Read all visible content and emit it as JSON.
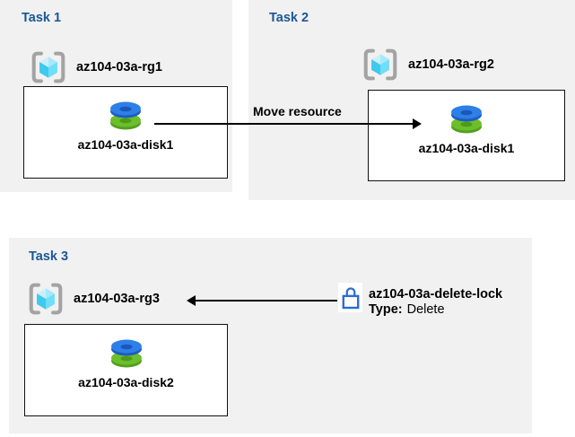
{
  "colors": {
    "panel_background": "#f1f1f1",
    "task_title_blue": "#1a5796",
    "box_border": "#111111",
    "arrow_black": "#000000",
    "disk_blue_top": "#2e7fe8",
    "disk_blue_side": "#1c5dc0",
    "disk_green_top": "#6cbf2a",
    "disk_green_side": "#53a01f",
    "cube_top_left": "#cdeffb",
    "cube_top_right": "#a5eafb",
    "cube_left_face": "#3ec9ee",
    "cube_right_face": "#6fdef8",
    "bracket_gray": "#a3a3a3",
    "lock_blue": "#2a6bd3"
  },
  "icons": {
    "resource_group": "resource-group-icon",
    "disk": "managed-disk-icon",
    "lock": "lock-icon"
  },
  "task1": {
    "title": "Task 1",
    "rg_label": "az104-03a-rg1",
    "disk_label": "az104-03a-disk1"
  },
  "task2": {
    "title": "Task 2",
    "rg_label": "az104-03a-rg2",
    "disk_label": "az104-03a-disk1"
  },
  "task3": {
    "title": "Task 3",
    "rg_label": "az104-03a-rg3",
    "disk_label": "az104-03a-disk2"
  },
  "move_arrow": {
    "label": "Move resource"
  },
  "lock": {
    "name": "az104-03a-delete-lock",
    "type_label": "Type:",
    "type_value": "Delete"
  }
}
